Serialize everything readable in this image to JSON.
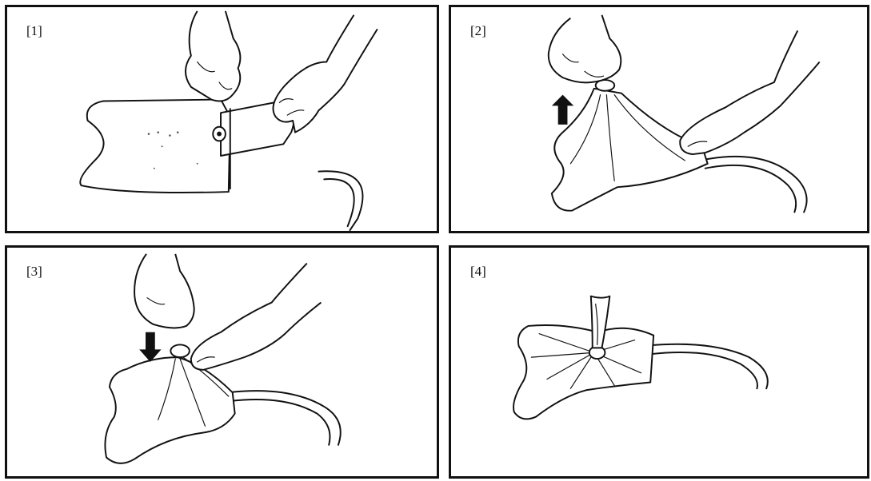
{
  "steps": [
    {
      "label": "[1]"
    },
    {
      "label": "[2]"
    },
    {
      "label": "[3]"
    },
    {
      "label": "[4]"
    }
  ]
}
